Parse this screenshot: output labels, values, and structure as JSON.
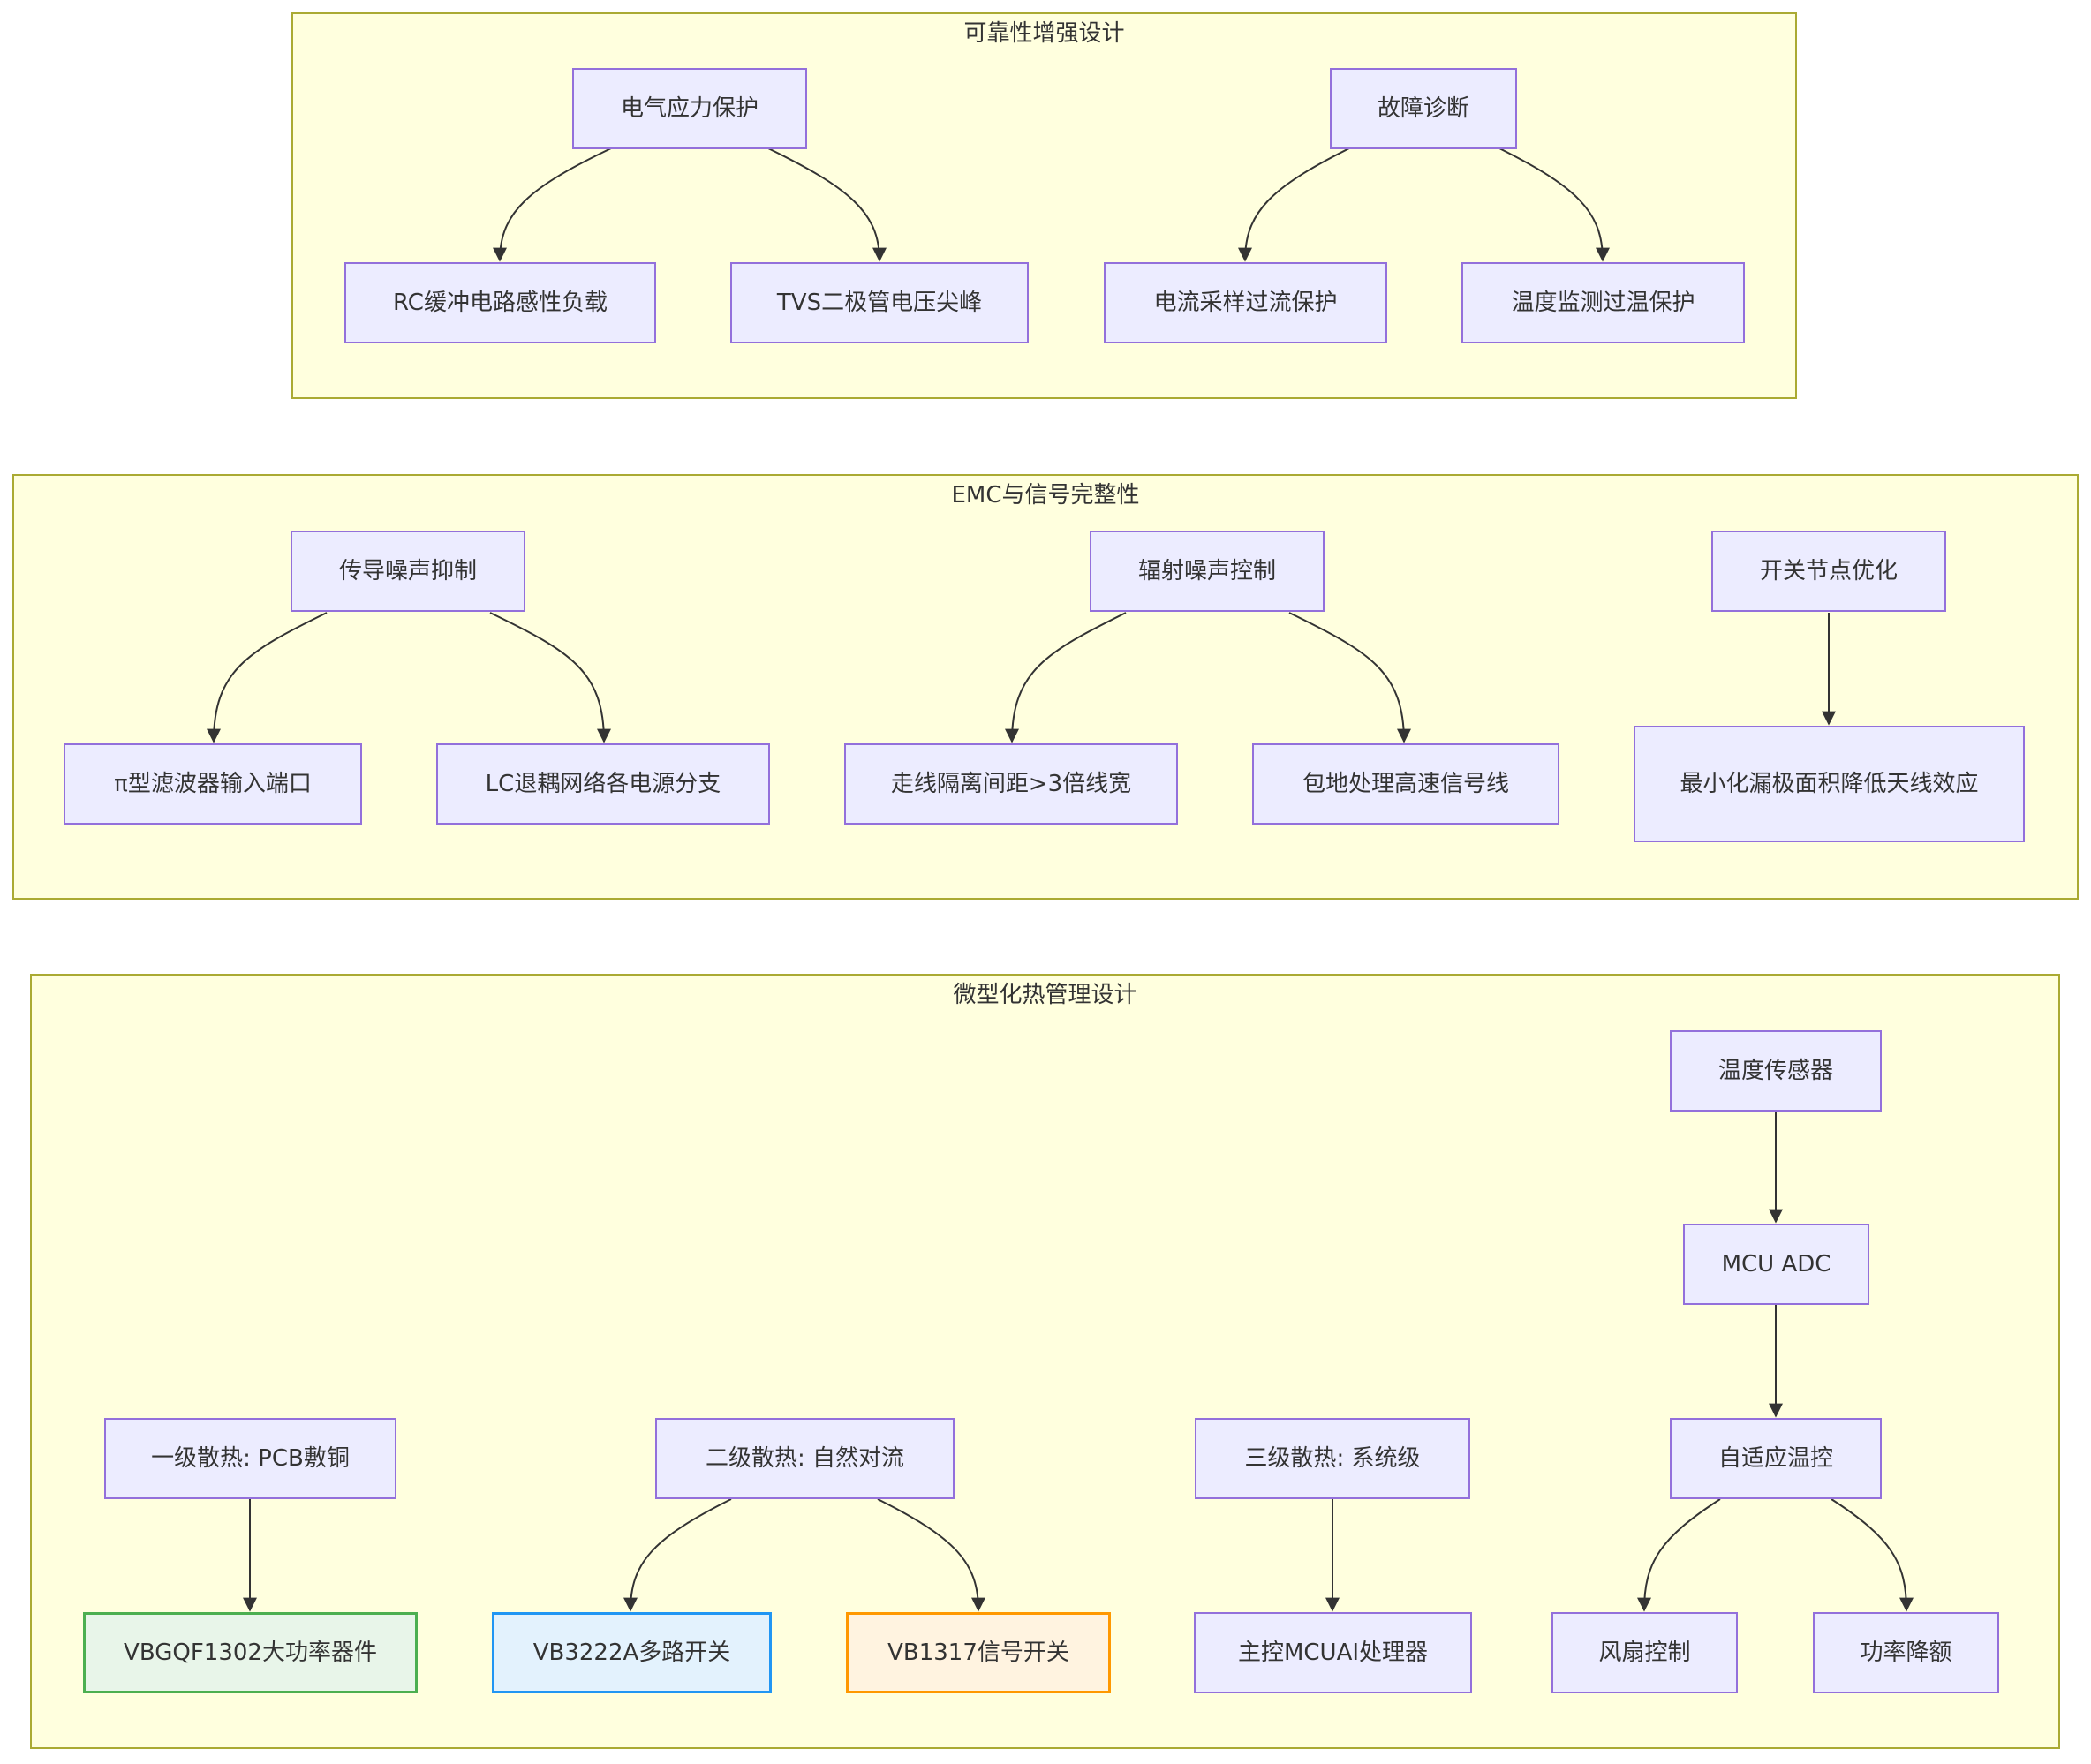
{
  "clusters": {
    "reliability": {
      "title": "可靠性增强设计",
      "nodes": {
        "stress": "电气应力保护",
        "fault": "故障诊断",
        "rc": "RC缓冲电路感性负载",
        "tvs": "TVS二极管电压尖峰",
        "current": "电流采样过流保护",
        "temp": "温度监测过温保护"
      }
    },
    "emc": {
      "title": "EMC与信号完整性",
      "nodes": {
        "conducted": "传导噪声抑制",
        "radiated": "辐射噪声控制",
        "switch_node": "开关节点优化",
        "pi_filter": "π型滤波器输入端口",
        "lc": "LC退耦网络各电源分支",
        "routing": "走线隔离间距>3倍线宽",
        "ground": "包地处理高速信号线",
        "loop": "最小化漏极面积降低天线效应"
      }
    },
    "thermal": {
      "title": "微型化热管理设计",
      "nodes": {
        "sensor": "温度传感器",
        "adc": "MCU ADC",
        "level1": "一级散热: PCB敷铜",
        "level2": "二级散热: 自然对流",
        "level3": "三级散热: 系统级",
        "adaptive": "自适应温控",
        "vbgqf": "VBGQF1302大功率器件",
        "vb3222": "VB3222A多路开关",
        "vb1317": "VB1317信号开关",
        "mcu_ai": "主控MCUAI处理器",
        "fan": "风扇控制",
        "derate": "功率降额"
      }
    }
  },
  "colors": {
    "cluster_fill": "#ffffde",
    "cluster_border": "#aaaa33",
    "node_fill": "#ececff",
    "node_border": "#9370db",
    "green_fill": "#e8f5e9",
    "green_border": "#4caf50",
    "blue_fill": "#e3f2fd",
    "blue_border": "#2196f3",
    "orange_fill": "#fff3e0",
    "orange_border": "#ff9800"
  }
}
